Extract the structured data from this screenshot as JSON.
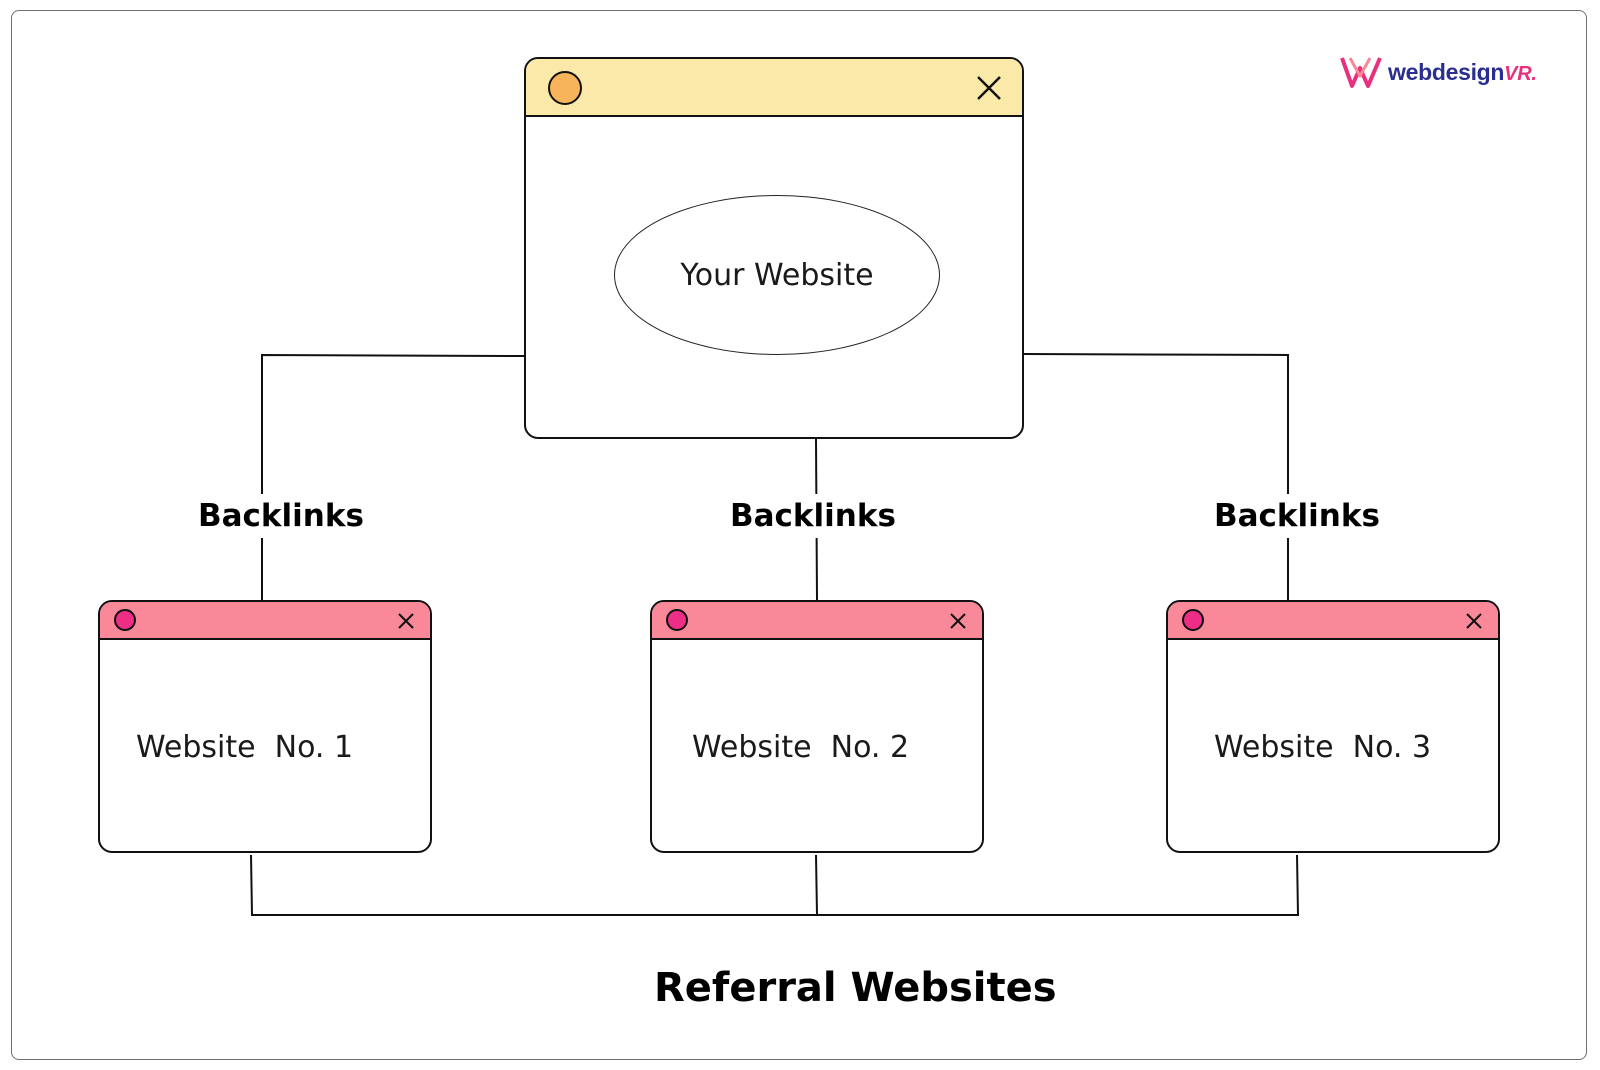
{
  "colors": {
    "main_titlebar": "#fbe9a9",
    "main_dot": "#f8b45a",
    "small_titlebar": "#f98898",
    "small_dot": "#ee2e86",
    "logo_primary": "#2a2f8f",
    "logo_accent": "#e8307e"
  },
  "logo": {
    "text": "webdesign",
    "accent": "VR."
  },
  "main_window": {
    "label": "Your Website"
  },
  "referral_windows": [
    {
      "label": "Website  No. 1"
    },
    {
      "label": "Website  No. 2"
    },
    {
      "label": "Website  No. 3"
    }
  ],
  "edge_labels": [
    "Backlinks",
    "Backlinks",
    "Backlinks"
  ],
  "caption": "Referral Websites"
}
